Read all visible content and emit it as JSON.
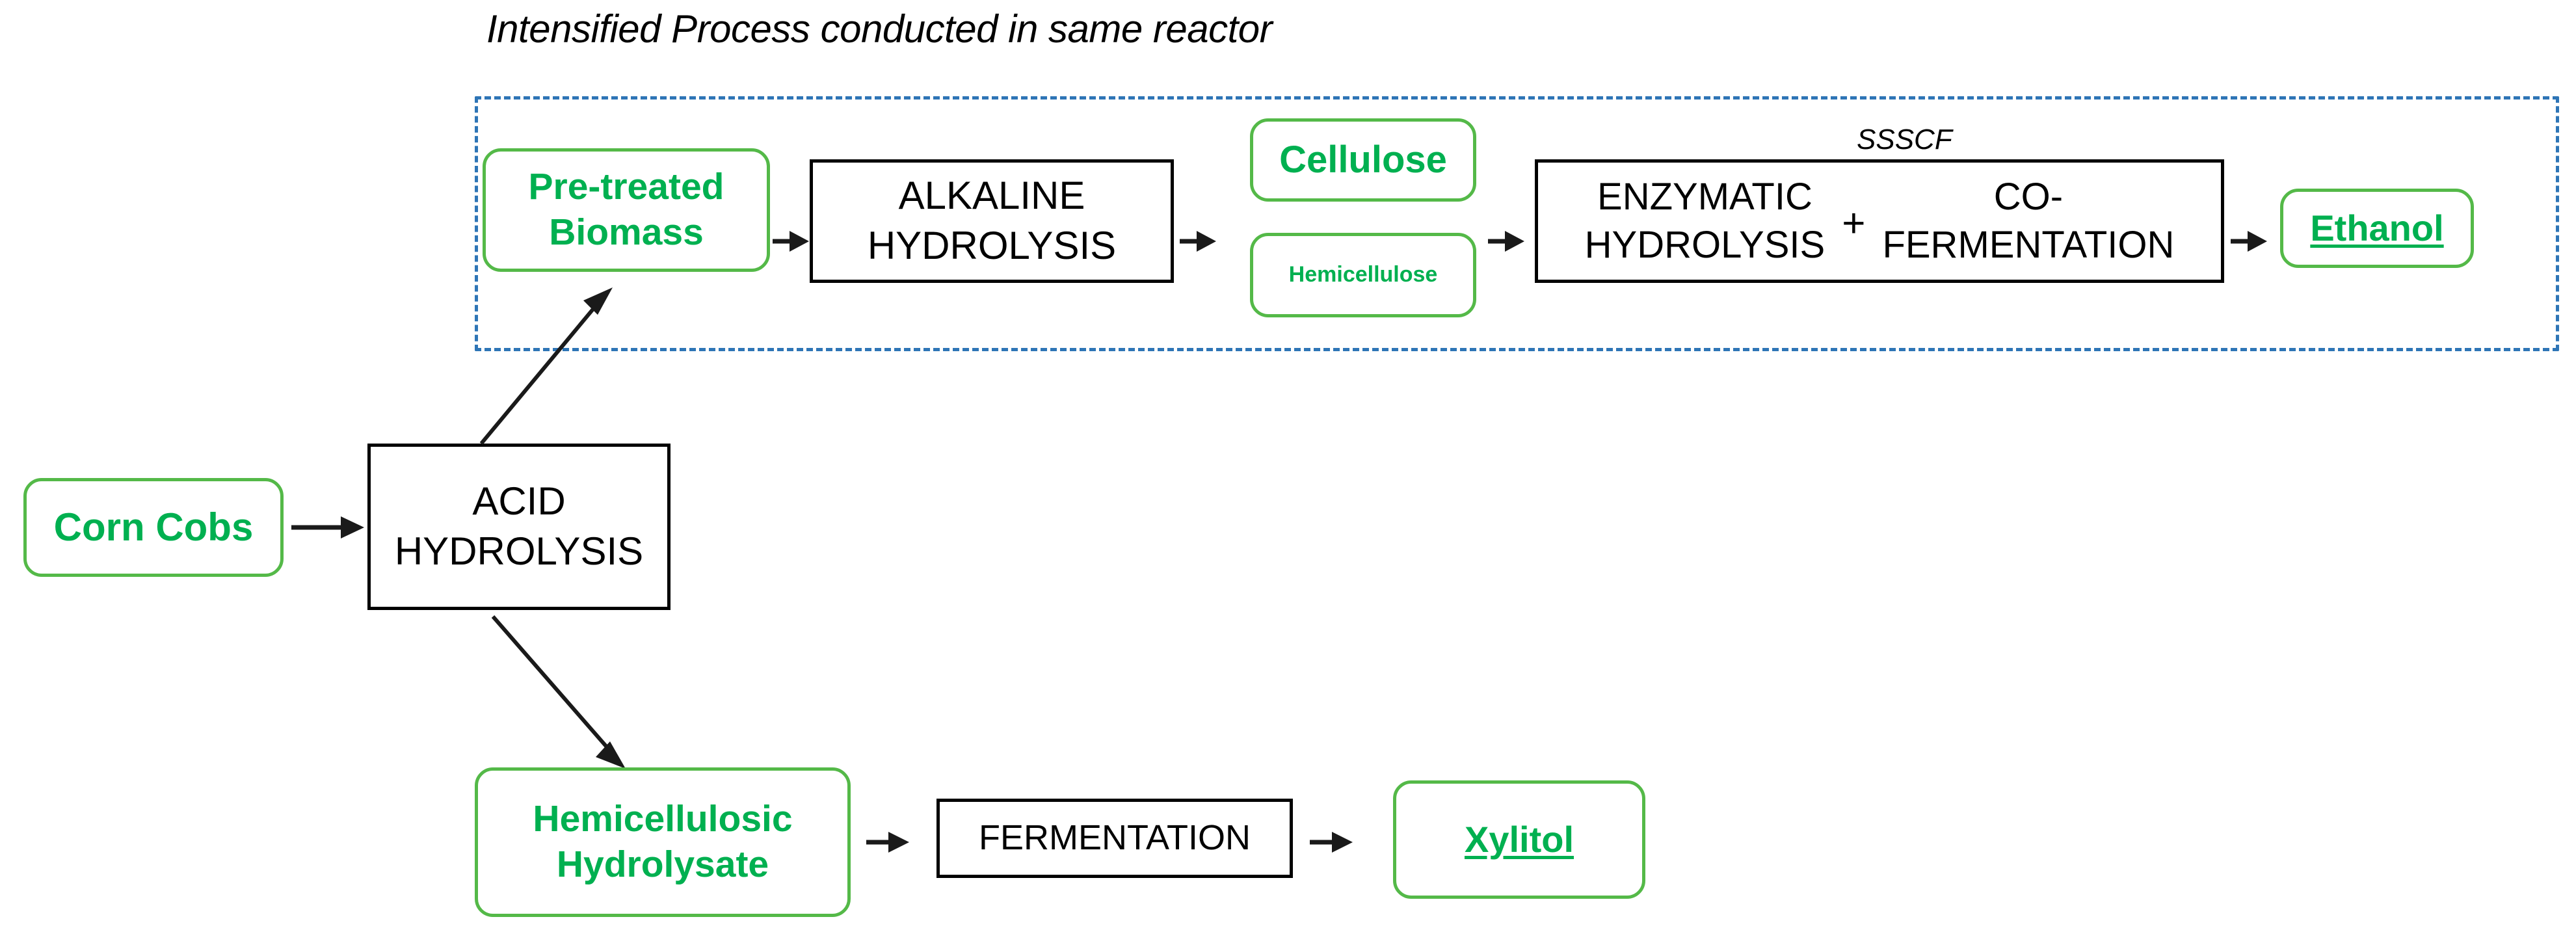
{
  "diagram": {
    "caption": "Intensified Process conducted in same reactor",
    "colors": {
      "green_text": "#00B050",
      "green_border": "#54B948",
      "dashed_blue": "#2E75B6",
      "process_black": "#000000",
      "background": "#FFFFFF"
    },
    "nodes": {
      "corn_cobs": {
        "label": "Corn Cobs",
        "type": "material"
      },
      "acid_hydrolysis": {
        "line1": "ACID",
        "line2": "HYDROLYSIS",
        "type": "process"
      },
      "pre_treated_biomass": {
        "line1": "Pre-treated",
        "line2": "Biomass",
        "type": "material"
      },
      "alkaline_hydrolysis": {
        "line1": "ALKALINE",
        "line2": "HYDROLYSIS",
        "type": "process"
      },
      "cellulose": {
        "label": "Cellulose",
        "type": "material"
      },
      "hemicellulose": {
        "label": "Hemicellulose",
        "type": "material"
      },
      "ssscf": {
        "note": "SSSCF",
        "left_line1": "ENZYMATIC",
        "left_line2": "HYDROLYSIS",
        "operator": "+",
        "right_line1": "CO-",
        "right_line2": "FERMENTATION",
        "type": "process"
      },
      "ethanol": {
        "label": "Ethanol",
        "type": "product"
      },
      "hemicellulosic_hydrolysate": {
        "line1": "Hemicellulosic",
        "line2": "Hydrolysate",
        "type": "material"
      },
      "fermentation": {
        "label": "FERMENTATION",
        "type": "process"
      },
      "xylitol": {
        "label": "Xylitol",
        "type": "product"
      }
    },
    "edges": [
      {
        "from": "corn_cobs",
        "to": "acid_hydrolysis",
        "style": "straight-right"
      },
      {
        "from": "acid_hydrolysis",
        "to": "pre_treated_biomass",
        "style": "diagonal-up-right"
      },
      {
        "from": "pre_treated_biomass",
        "to": "alkaline_hydrolysis",
        "style": "straight-right"
      },
      {
        "from": "alkaline_hydrolysis",
        "to": "cellulose_hemicellulose",
        "style": "straight-right"
      },
      {
        "from": "cellulose_hemicellulose",
        "to": "ssscf",
        "style": "straight-right"
      },
      {
        "from": "ssscf",
        "to": "ethanol",
        "style": "straight-right"
      },
      {
        "from": "acid_hydrolysis",
        "to": "hemicellulosic_hydrolysate",
        "style": "diagonal-down-right"
      },
      {
        "from": "hemicellulosic_hydrolysate",
        "to": "fermentation",
        "style": "straight-right"
      },
      {
        "from": "fermentation",
        "to": "xylitol",
        "style": "straight-right"
      }
    ]
  }
}
